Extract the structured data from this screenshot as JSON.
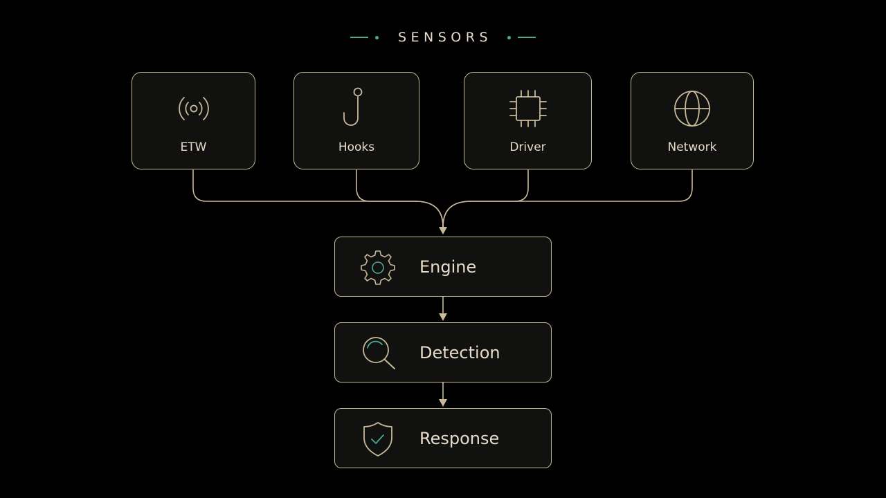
{
  "header": {
    "title": "SENSORS"
  },
  "sensors": [
    {
      "label": "ETW",
      "icon": "broadcast-icon"
    },
    {
      "label": "Hooks",
      "icon": "hook-icon"
    },
    {
      "label": "Driver",
      "icon": "chip-icon"
    },
    {
      "label": "Network",
      "icon": "globe-icon"
    }
  ],
  "pipeline": [
    {
      "label": "Engine",
      "icon": "gear-icon"
    },
    {
      "label": "Detection",
      "icon": "magnifier-icon"
    },
    {
      "label": "Response",
      "icon": "shield-check-icon"
    }
  ],
  "colors": {
    "background": "#000000",
    "stroke": "#c9b99b",
    "text": "#e6dccb",
    "accent": "#4aa893"
  }
}
